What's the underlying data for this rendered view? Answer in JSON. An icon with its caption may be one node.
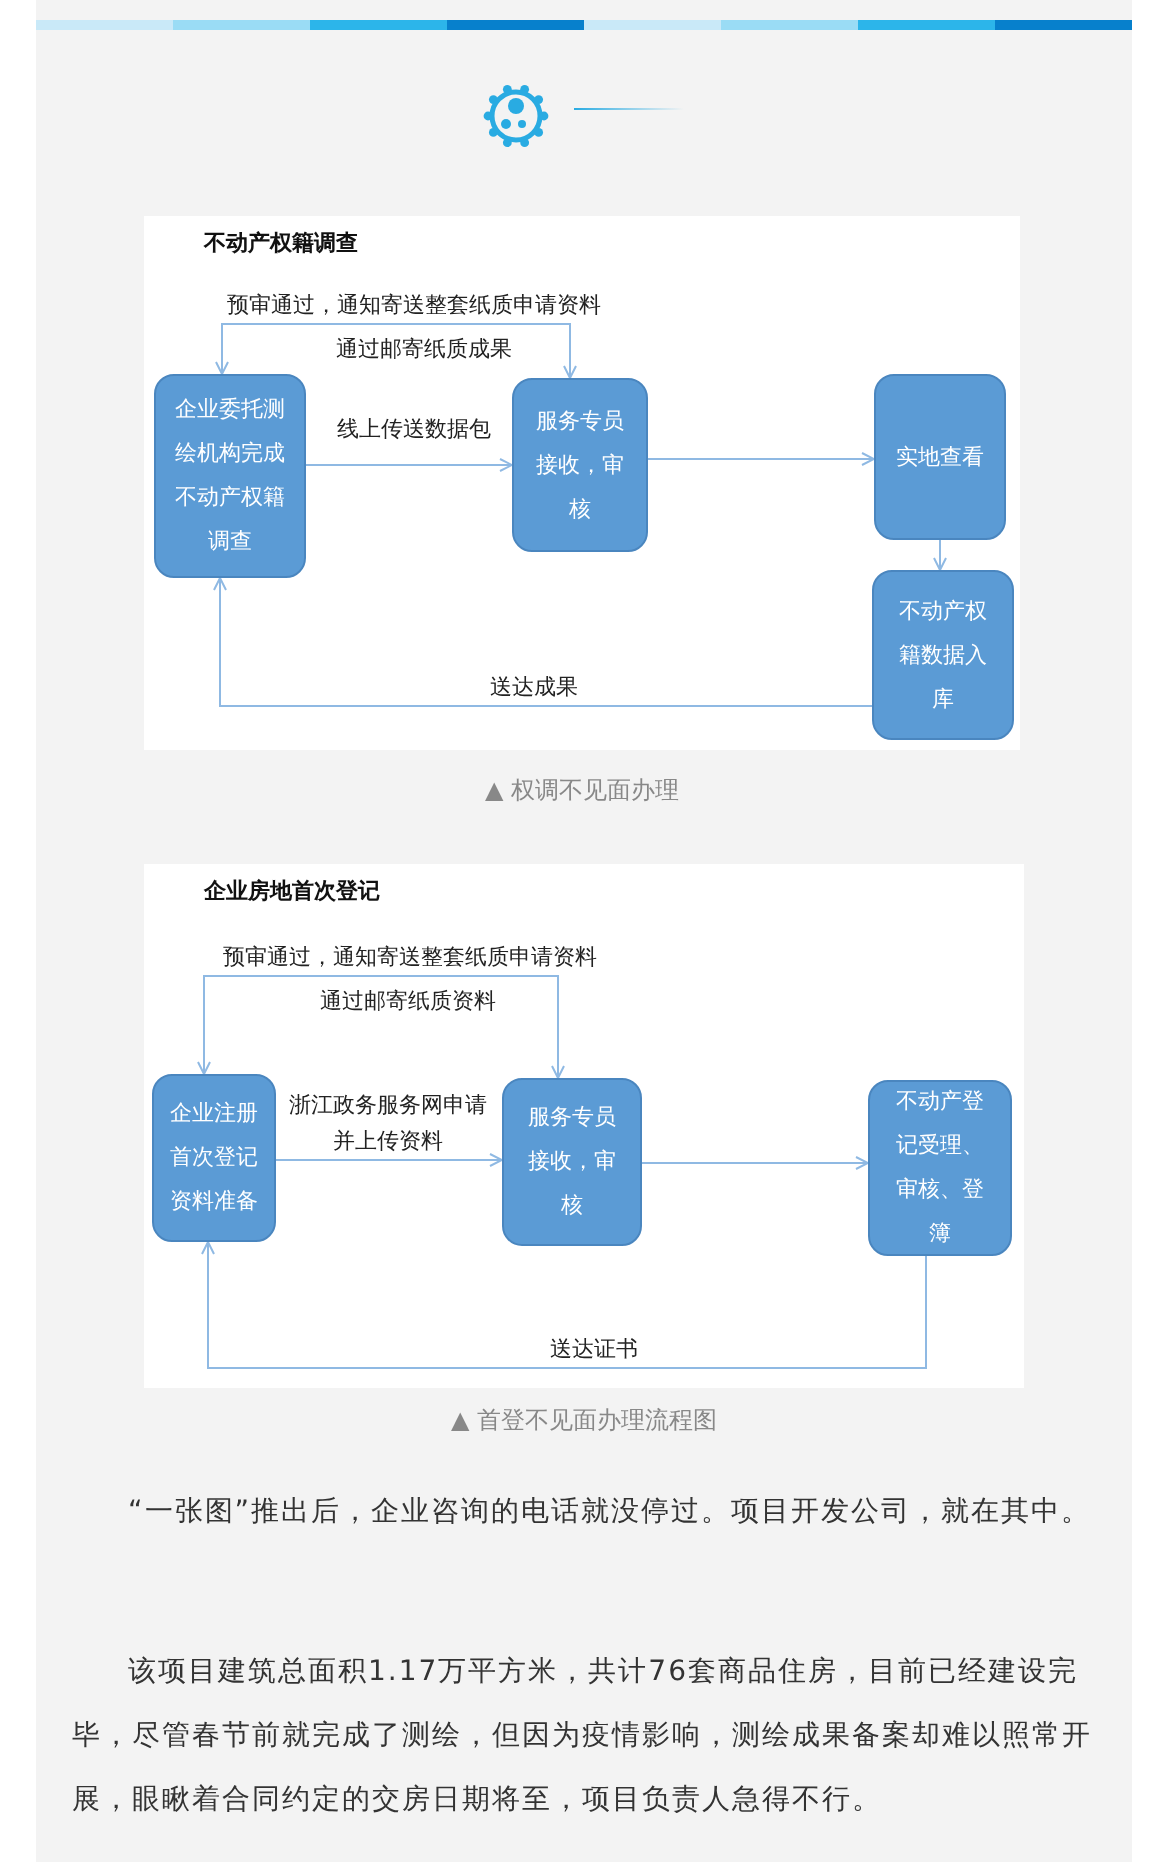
{
  "diagram": {
    "nodes": [
      {
        "text": [
          "不动产权籍调查"
        ],
        "beside": [
          "▲ 权调不见面办理"
        ]
      },
      {
        "text": [
          "企业委托测绘机构完成不动产权籍调查"
        ],
        "in": 0
      },
      {
        "text": [
          "服务专员接收，审核"
        ],
        "in": 0
      },
      {
        "text": [
          "实地查看"
        ],
        "in": 0
      },
      {
        "text": [
          "不动产权籍数据入库"
        ],
        "in": 0
      },
      {
        "text": [
          "企业房地首次登记"
        ],
        "beside": [
          "▲ 首登不见面办理流程图"
        ]
      },
      {
        "text": [
          "企业注册首次登记资料准备"
        ],
        "in": 5
      },
      {
        "text": [
          "服务专员接收，审核"
        ],
        "in": 5
      },
      {
        "text": [
          "不动产登记受理、审核、登簿"
        ],
        "in": 5
      }
    ],
    "edges": [
      {
        "from": 1,
        "to": 2,
        "arrow": "both",
        "label": "预审通过，通知寄送整套纸质申请资料"
      },
      {
        "from": 1,
        "to": 2,
        "arrow": "to",
        "label": "线上传送数据包"
      },
      {
        "from": 2,
        "to": 3,
        "arrow": "to"
      },
      {
        "from": 3,
        "to": 4,
        "arrow": "to"
      },
      {
        "from": 4,
        "to": 1,
        "arrow": "to",
        "label": "送达成果"
      },
      {
        "from": 6,
        "to": 7,
        "arrow": "both",
        "label": "预审通过，通知寄送整套纸质申请资料"
      },
      {
        "from": 6,
        "to": 7,
        "arrow": "to",
        "label": "浙江政务服务网申请并上传资料"
      },
      {
        "from": 7,
        "to": 8,
        "arrow": "to"
      },
      {
        "from": 8,
        "to": 6,
        "arrow": "to",
        "label": "送达证书"
      }
    ],
    "labels": [
      "通过邮寄纸质成果",
      "通过邮寄纸质资料",
      "“一张图”推出后，企业咨询的电话就没停过。项目开发公司，就在其中。",
      "该项目建筑总面积1.17万平方米，共计76套商品住房，目前已经建设完毕，尽管春节前就完成了测绘，但因为疫情影响，测绘成果备案却难以照常开展，眼瞅着合同约定的交房日期将至，项目负责人急得不行。"
    ]
  }
}
